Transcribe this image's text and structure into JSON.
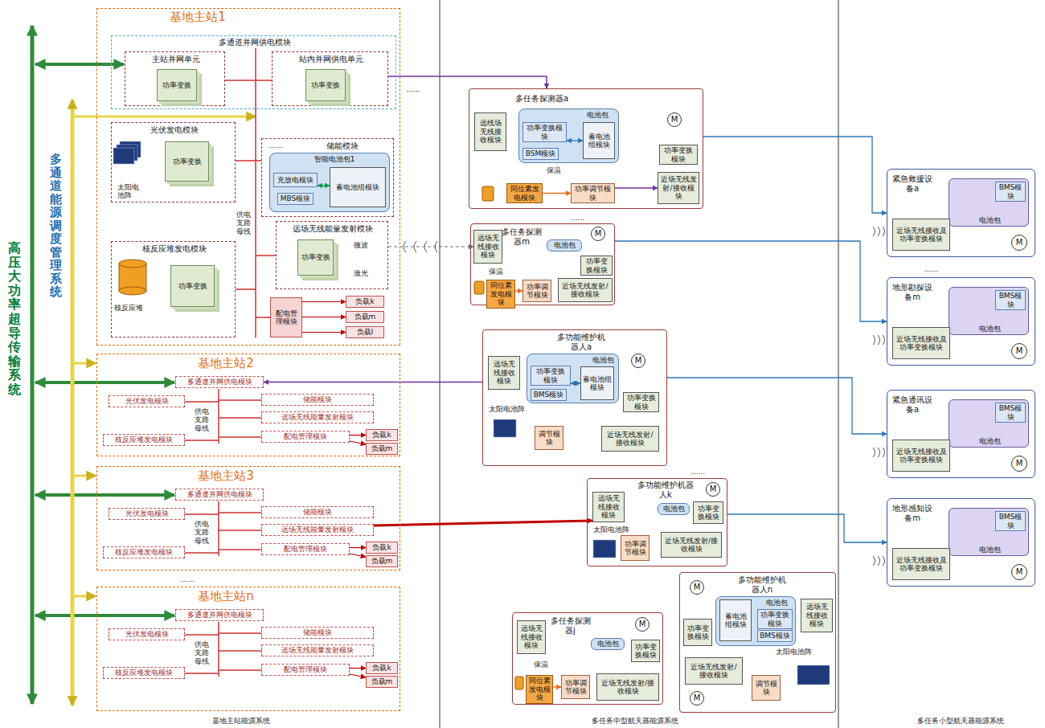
{
  "diagram": {
    "nodes": [
      {
        "text": [
          "基地主站1"
        ]
      },
      {
        "text": [
          "多通道并网供电模块"
        ],
        "in": 0
      },
      {
        "text": [
          "主站并网单元"
        ],
        "in": 1
      },
      {
        "text": [
          "功率变换"
        ],
        "in": 2
      },
      {
        "text": [
          "站内并网供电单元"
        ],
        "in": 1
      },
      {
        "text": [
          "功率变换"
        ],
        "in": 4
      },
      {
        "text": [
          "光伏发电模块"
        ],
        "in": 0
      },
      {
        "text": [
          "功率变换"
        ],
        "in": 6
      },
      {
        "text": [
          "储能模块"
        ],
        "in": 0
      },
      {
        "text": [
          "智能电池包1"
        ],
        "in": 8
      },
      {
        "text": [
          "充放电模块"
        ],
        "in": 9
      },
      {
        "text": [
          "MBS模块"
        ],
        "in": 9
      },
      {
        "text": [
          "蓄电池组模块"
        ],
        "in": 9
      },
      {
        "text": [
          "核反应堆发电模块"
        ],
        "in": 0
      },
      {
        "text": [
          "功率变换"
        ],
        "in": 13
      },
      {
        "text": [
          "远场无线能量发射模块"
        ],
        "in": 0
      },
      {
        "text": [
          "功率变换"
        ],
        "in": 15
      },
      {
        "text": [
          "配电管理模块"
        ],
        "in": 0
      },
      {
        "text": [
          "负载k"
        ],
        "in": 0
      },
      {
        "text": [
          "负载m"
        ],
        "in": 0
      },
      {
        "text": [
          "负载l"
        ],
        "in": 0
      },
      {
        "text": [
          "基地主站2"
        ]
      },
      {
        "text": [
          "多通道并网供电模块"
        ],
        "in": 21
      },
      {
        "text": [
          "光伏发电模块"
        ],
        "in": 21
      },
      {
        "text": [
          "核反应堆发电模块"
        ],
        "in": 21
      },
      {
        "text": [
          "储能模块"
        ],
        "in": 21
      },
      {
        "text": [
          "远场无线能量发射模块"
        ],
        "in": 21
      },
      {
        "text": [
          "配电管理模块"
        ],
        "in": 21
      },
      {
        "text": [
          "负载k"
        ],
        "in": 21
      },
      {
        "text": [
          "负载m"
        ],
        "in": 21
      },
      {
        "text": [
          "基地主站3"
        ]
      },
      {
        "text": [
          "多通道并网供电模块"
        ],
        "in": 30
      },
      {
        "text": [
          "光伏发电模块"
        ],
        "in": 30
      },
      {
        "text": [
          "核反应堆发电模块"
        ],
        "in": 30
      },
      {
        "text": [
          "储能模块"
        ],
        "in": 30
      },
      {
        "text": [
          "远场无线能量发射模块"
        ],
        "in": 30
      },
      {
        "text": [
          "配电管理模块"
        ],
        "in": 30
      },
      {
        "text": [
          "负载k"
        ],
        "in": 30
      },
      {
        "text": [
          "负载m"
        ],
        "in": 30
      },
      {
        "text": [
          "基地主站n"
        ]
      },
      {
        "text": [
          "多通道并网供电模块"
        ],
        "in": 39
      },
      {
        "text": [
          "光伏发电模块"
        ],
        "in": 39
      },
      {
        "text": [
          "核反应堆发电模块"
        ],
        "in": 39
      },
      {
        "text": [
          "储能模块"
        ],
        "in": 39
      },
      {
        "text": [
          "远场无线能量发射模块"
        ],
        "in": 39
      },
      {
        "text": [
          "配电管理模块"
        ],
        "in": 39
      },
      {
        "text": [
          "负载k"
        ],
        "in": 39
      },
      {
        "text": [
          "负载m"
        ],
        "in": 39
      },
      {
        "text": [
          "多任务探测器a"
        ]
      },
      {
        "text": [
          "远线场无线接收模块"
        ],
        "in": 48
      },
      {
        "text": [
          "电池包"
        ],
        "in": 48
      },
      {
        "text": [
          "功率变换模块"
        ],
        "in": 50
      },
      {
        "text": [
          "蓄电池组模块"
        ],
        "in": 50
      },
      {
        "text": [
          "BSM模块"
        ],
        "in": 50
      },
      {
        "text": [
          "功率变换模块"
        ],
        "in": 48
      },
      {
        "text": [
          "同位素发电模块"
        ],
        "in": 48
      },
      {
        "text": [
          "功率调节模块"
        ],
        "in": 48
      },
      {
        "text": [
          "近场无线发射/接收模块"
        ],
        "in": 48
      },
      {
        "text": [
          "M"
        ],
        "in": 48
      },
      {
        "text": [
          "多任务探测器m"
        ]
      },
      {
        "text": [
          "远场无线接收模块"
        ],
        "in": 59
      },
      {
        "text": [
          "电池包"
        ],
        "in": 59
      },
      {
        "text": [
          "功率变换模块"
        ],
        "in": 59
      },
      {
        "text": [
          "同位素发电模块"
        ],
        "in": 59
      },
      {
        "text": [
          "功率调节模块"
        ],
        "in": 59
      },
      {
        "text": [
          "近场无线发射/接收模块"
        ],
        "in": 59
      },
      {
        "text": [
          "M"
        ],
        "in": 59
      },
      {
        "text": [
          "多功能维护机器人a"
        ]
      },
      {
        "text": [
          "远场无线接收模块"
        ],
        "in": 67
      },
      {
        "text": [
          "电池包"
        ],
        "in": 67
      },
      {
        "text": [
          "功率变换模块"
        ],
        "in": 69
      },
      {
        "text": [
          "蓄电池组模块"
        ],
        "in": 69
      },
      {
        "text": [
          "BMS模块"
        ],
        "in": 69
      },
      {
        "text": [
          "功率变换模块"
        ],
        "in": 67
      },
      {
        "text": [
          "调节模块"
        ],
        "in": 67
      },
      {
        "text": [
          "近场无线发射/接收模块"
        ],
        "in": 67
      },
      {
        "text": [
          "M"
        ],
        "in": 67
      },
      {
        "text": [
          "多功能维护机器人k"
        ]
      },
      {
        "text": [
          "远场无线接收模块"
        ],
        "in": 77
      },
      {
        "text": [
          "电池包"
        ],
        "in": 77
      },
      {
        "text": [
          "功率变换模块"
        ],
        "in": 77
      },
      {
        "text": [
          "功率调节模块"
        ],
        "in": 77
      },
      {
        "text": [
          "近场无线发射/接收模块"
        ],
        "in": 77
      },
      {
        "text": [
          "M"
        ],
        "in": 77
      },
      {
        "text": [
          "多任务探测器j"
        ]
      },
      {
        "text": [
          "远场无线接收模块"
        ],
        "in": 84
      },
      {
        "text": [
          "电池包"
        ],
        "in": 84
      },
      {
        "text": [
          "功率变换模块"
        ],
        "in": 84
      },
      {
        "text": [
          "同位素发电模块"
        ],
        "in": 84
      },
      {
        "text": [
          "功率调节模块"
        ],
        "in": 84
      },
      {
        "text": [
          "近场无线发射/接收模块"
        ],
        "in": 84
      },
      {
        "text": [
          "M"
        ],
        "in": 84
      },
      {
        "text": [
          "多功能维护机器人n"
        ]
      },
      {
        "text": [
          "M"
        ],
        "in": 92
      },
      {
        "text": [
          "M"
        ],
        "in": 92
      },
      {
        "text": [
          "电池包"
        ],
        "in": 92
      },
      {
        "text": [
          "蓄电池组模块"
        ],
        "in": 95
      },
      {
        "text": [
          "功率变换模块"
        ],
        "in": 95
      },
      {
        "text": [
          "BMS模块"
        ],
        "in": 95
      },
      {
        "text": [
          "远场无线接收模块"
        ],
        "in": 92
      },
      {
        "text": [
          "功率变换模块"
        ],
        "in": 92
      },
      {
        "text": [
          "近场无线发射/接收模块"
        ],
        "in": 92
      },
      {
        "text": [
          "调节模块"
        ],
        "in": 92
      },
      {
        "text": [
          "紧急救援设备a"
        ]
      },
      {
        "text": [
          "电池包"
        ],
        "in": 103
      },
      {
        "text": [
          "BMS模块"
        ],
        "in": 104
      },
      {
        "text": [
          "近场无线接收及功率变换模块"
        ],
        "in": 103
      },
      {
        "text": [
          "M"
        ],
        "in": 103
      },
      {
        "text": [
          "地形勘探设备m"
        ]
      },
      {
        "text": [
          "电池包"
        ],
        "in": 108
      },
      {
        "text": [
          "BMS模块"
        ],
        "in": 109
      },
      {
        "text": [
          "近场无线接收及功率变换模块"
        ],
        "in": 108
      },
      {
        "text": [
          "M"
        ],
        "in": 108
      },
      {
        "text": [
          "紧急通讯设备a"
        ]
      },
      {
        "text": [
          "电池包"
        ],
        "in": 113
      },
      {
        "text": [
          "BMS模块"
        ],
        "in": 114
      },
      {
        "text": [
          "近场无线接收及功率变换模块"
        ],
        "in": 113
      },
      {
        "text": [
          "M"
        ],
        "in": 113
      },
      {
        "text": [
          "地形感知设备m"
        ]
      },
      {
        "text": [
          "电池包"
        ],
        "in": 118
      },
      {
        "text": [
          "BMS模块"
        ],
        "in": 119
      },
      {
        "text": [
          "近场无线接收及功率变换模块"
        ],
        "in": 118
      },
      {
        "text": [
          "M"
        ],
        "in": 118
      }
    ],
    "edges": [
      {
        "from": 4,
        "to": 48,
        "arrow": "to"
      },
      {
        "from": 67,
        "to": 22,
        "arrow": "to"
      },
      {
        "from": 35,
        "to": 78,
        "arrow": "to"
      },
      {
        "from": 15,
        "to": 60,
        "arrow": "to"
      },
      {
        "from": 48,
        "to": 103,
        "arrow": "to"
      },
      {
        "from": 59,
        "to": 108,
        "arrow": "to"
      },
      {
        "from": 67,
        "to": 113,
        "arrow": "to"
      },
      {
        "from": 77,
        "to": 118,
        "arrow": "to"
      },
      {
        "from": 10,
        "to": 12,
        "arrow": "both"
      },
      {
        "from": 51,
        "to": 52,
        "arrow": "both"
      },
      {
        "from": 55,
        "to": 56,
        "arrow": "to"
      },
      {
        "from": 56,
        "to": 57,
        "arrow": "to"
      },
      {
        "from": 70,
        "to": 71,
        "arrow": "both"
      },
      {
        "from": 17,
        "to": 18,
        "arrow": "to"
      },
      {
        "from": 17,
        "to": 19,
        "arrow": "to"
      },
      {
        "from": 17,
        "to": 20,
        "arrow": "to"
      },
      {
        "from": 27,
        "to": 28,
        "arrow": "to"
      },
      {
        "from": 27,
        "to": 29,
        "arrow": "to"
      },
      {
        "from": 36,
        "to": 37,
        "arrow": "to"
      },
      {
        "from": 36,
        "to": 38,
        "arrow": "to"
      },
      {
        "from": 45,
        "to": 46,
        "arrow": "to"
      },
      {
        "from": 45,
        "to": 47,
        "arrow": "to"
      },
      {
        "from": 63,
        "to": 64,
        "arrow": "to"
      },
      {
        "from": 88,
        "to": 89,
        "arrow": "to"
      }
    ],
    "labels": [
      "高压大功率超导传输系统",
      "多通道能源调度管理系统",
      "供电支路母线",
      "太阳电池阵",
      "核反应堆",
      "微波",
      "激光",
      "......",
      "......",
      "......",
      "......",
      "......",
      "......",
      "供电支路母线",
      "供电支路母线",
      "供电支路母线",
      "保温",
      "保温",
      "保温",
      "太阳电池阵",
      "太阳电池阵",
      "太阳电池阵",
      "基地主站能源系统",
      "多任务中型航天器能源系统",
      "多任务小型航天器能源系统"
    ]
  }
}
